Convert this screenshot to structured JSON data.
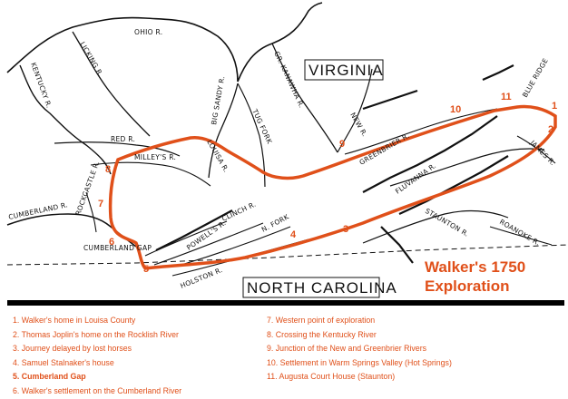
{
  "title": {
    "line1": "Walker's 1750",
    "line2": "Exploration"
  },
  "states": {
    "virginia": "VIRGINIA",
    "north_carolina": "NORTH CAROLINA"
  },
  "rivers": {
    "ohio": "OHIO R.",
    "licking": "LICKING R.",
    "kentucky": "KENTUCKY R.",
    "gr_kanawha": "GR. KANAWHA R.",
    "big_sandy": "BIG SANDY R.",
    "tug_fork": "TUG FORK",
    "louisa": "LOUISA R.",
    "red": "RED R.",
    "milleys": "MILLEY'S R.",
    "rockcastle": "ROCKCASTLE R.",
    "cumberland": "CUMBERLAND R.",
    "cumberland_gap": "CUMBERLAND GAP",
    "powells": "POWELL'S R.",
    "clinch": "CLINCH R.",
    "n_fork": "N. FORK",
    "holston": "HOLSTON R.",
    "new": "NEW R.",
    "greenbrier": "GREENBRIER R.",
    "fluvanna": "FLUVANNA R.",
    "james": "JAMES R.",
    "staunton": "STAUNTON R.",
    "roanoke": "ROANOKE R.",
    "blue_ridge": "BLUE RIDGE"
  },
  "stops": [
    "1",
    "2",
    "3",
    "4",
    "5",
    "6",
    "7",
    "8",
    "9",
    "10",
    "11"
  ],
  "legend": [
    "1. Walker's home in Louisa County",
    "2. Thomas Joplin's home on the Rocklish River",
    "3. Journey delayed by lost horses",
    "4. Samuel Stalnaker's house",
    "5. Cumberland Gap",
    "6. Walker's settlement on the Cumberland River",
    "7. Western point of exploration",
    "8. Crossing the Kentucky River",
    "9. Junction of the New and Greenbrier Rivers",
    "10. Settlement in Warm Springs Valley (Hot Springs)",
    "11. Augusta Court House (Staunton)"
  ],
  "colors": {
    "route": "#e0501a",
    "ink": "#111111",
    "legend_text": "#e0501a"
  }
}
